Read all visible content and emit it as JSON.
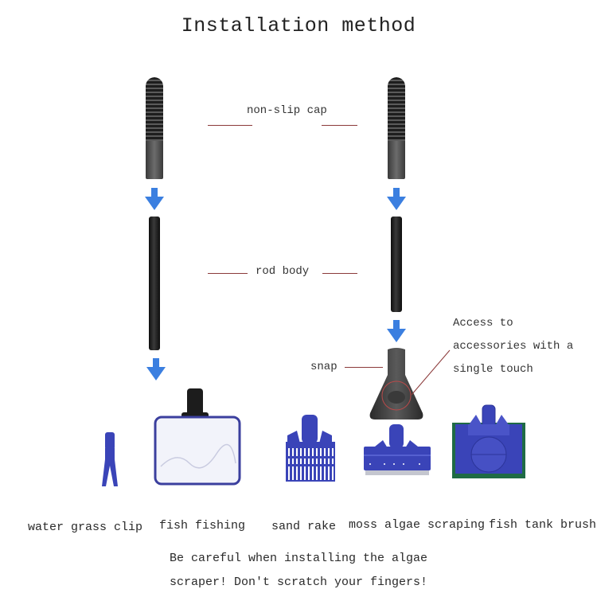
{
  "title": "Installation method",
  "callouts": {
    "cap": "non-slip cap",
    "rod": "rod body",
    "snap": "snap",
    "access_line1": "Access to",
    "access_line2": "accessories with a",
    "access_line3": "single touch"
  },
  "accessories": [
    {
      "label": "water grass clip",
      "icon": "water-grass-clip-icon"
    },
    {
      "label": "fish fishing",
      "icon": "fish-net-icon"
    },
    {
      "label": "sand rake",
      "icon": "sand-rake-icon"
    },
    {
      "label": "moss algae scraping",
      "icon": "algae-scraper-icon"
    },
    {
      "label": "fish tank brush",
      "icon": "tank-brush-icon"
    }
  ],
  "warning": {
    "line1": "Be careful when installing the algae",
    "line2": "scraper! Don't scratch your fingers!"
  },
  "colors": {
    "arrow": "#3b7fe0",
    "accessory_blue": "#3a44b8",
    "leader_line": "#8b3a3a",
    "brush_pad": "#1f6b45"
  }
}
